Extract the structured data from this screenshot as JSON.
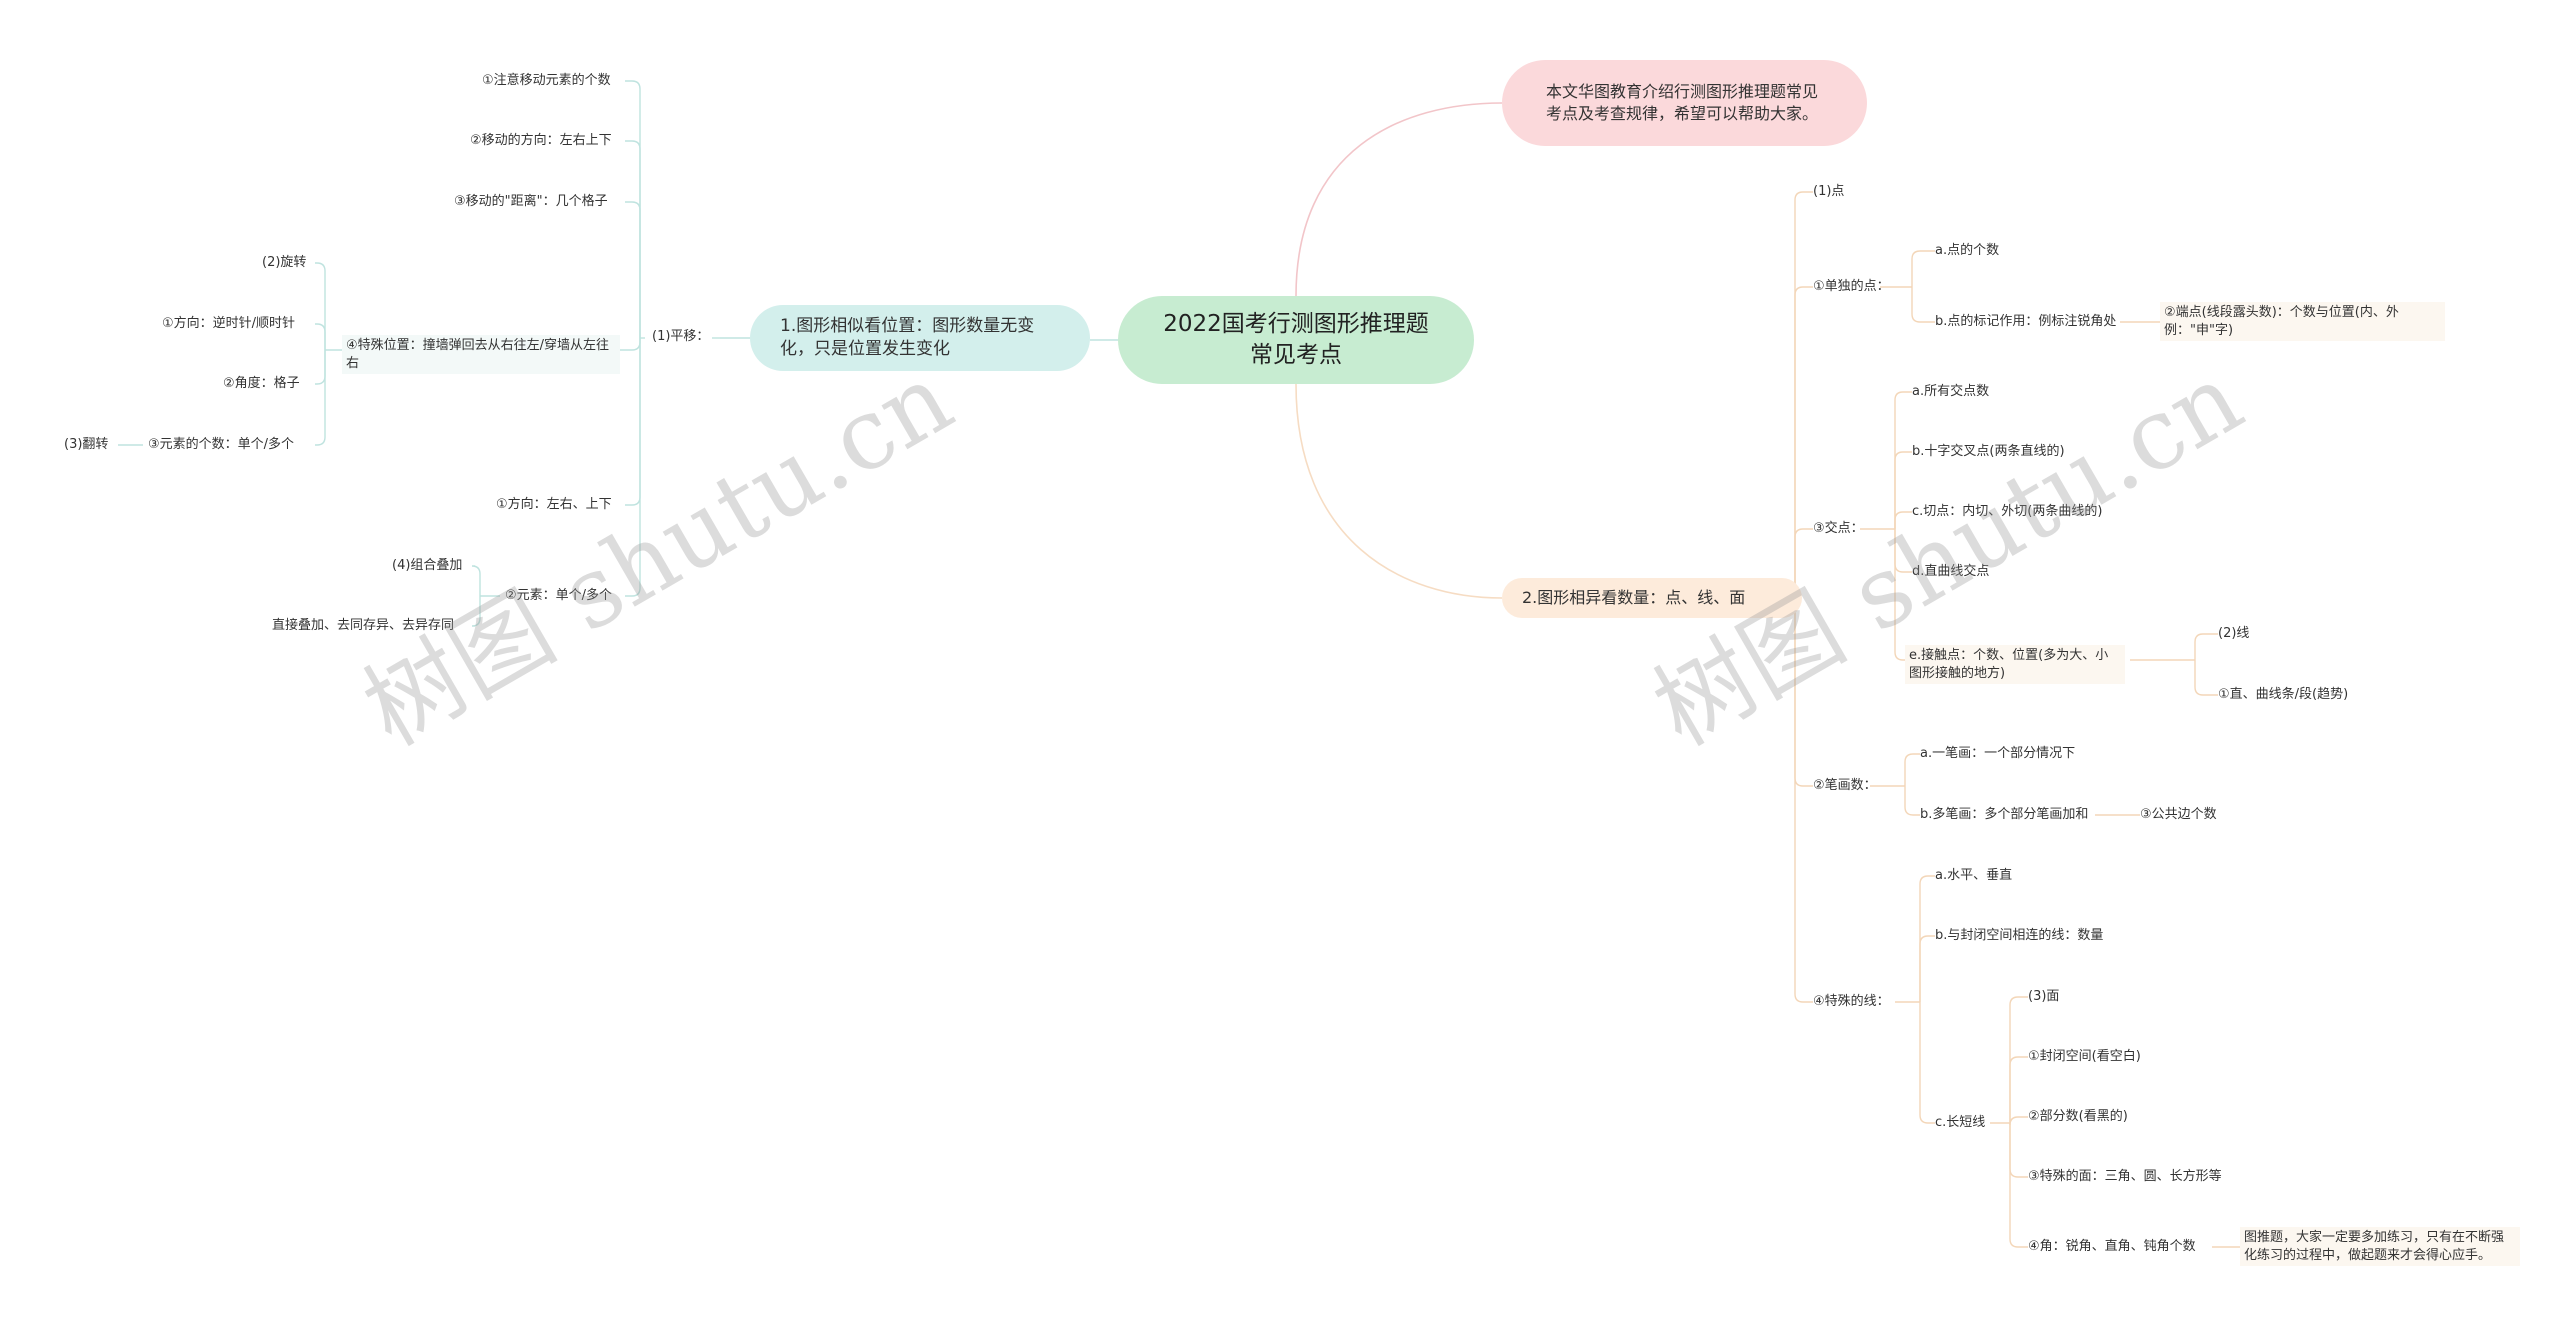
{
  "root": "2022国考行测图形推理题常见考点",
  "intro": "本文华图教育介绍行测图形推理题常见考点及考查规律，希望可以帮助大家。",
  "watermark": "树图 shutu.cn",
  "branch1": {
    "label": "1.图形相似看位置：图形数量无变化，只是位置发生变化",
    "translation": "(1)平移：",
    "t1": "①注意移动元素的个数",
    "t2": "②移动的方向：左右上下",
    "t3": "③移动的\"距离\"：几个格子",
    "t4": "④特殊位置：撞墙弹回去从右往左/穿墙从左往右",
    "rotation": "(2)旋转",
    "r1": "①方向：逆时针/顺时针",
    "r2": "②角度：格子",
    "r3": "③元素的个数：单个/多个",
    "flip": "(3)翻转",
    "t5": "①方向：左右、上下",
    "t6": "②元素：单个/多个",
    "combo": "(4)组合叠加",
    "combo_detail": "直接叠加、去同存异、去异存同"
  },
  "branch2": {
    "label": "2.图形相异看数量：点、线、面",
    "point": "(1)点",
    "single": "①单独的点：",
    "s1": "a.点的个数",
    "s2": "b.点的标记作用：例标注锐角处",
    "end": "②端点(线段露头数)：个数与位置(内、外例：\"申\"字)",
    "cross": "③交点：",
    "c1": "a.所有交点数",
    "c2": "b.十字交叉点(两条直线的)",
    "c3": "c.切点：内切、外切(两条曲线的)",
    "c4": "d.直曲线交点",
    "c5": "e.接触点：个数、位置(多为大、小图形接触的地方)",
    "line": "(2)线",
    "line1": "①直、曲线条/段(趋势)",
    "stroke": "②笔画数：",
    "st1": "a.一笔画：一个部分情况下",
    "st2": "b.多笔画：多个部分笔画加和",
    "st3": "③公共边个数",
    "special": "④特殊的线：",
    "sp1": "a.水平、垂直",
    "sp2": "b.与封闭空间相连的线：数量",
    "sp3": "c.长短线",
    "face": "(3)面",
    "f1": "①封闭空间(看空白)",
    "f2": "②部分数(看黑的)",
    "f3": "③特殊的面：三角、圆、长方形等",
    "f4": "④角：锐角、直角、钝角个数",
    "tip": "图推题，大家一定要多加练习，只有在不断强化练习的过程中，做起题来才会得心应手。"
  }
}
